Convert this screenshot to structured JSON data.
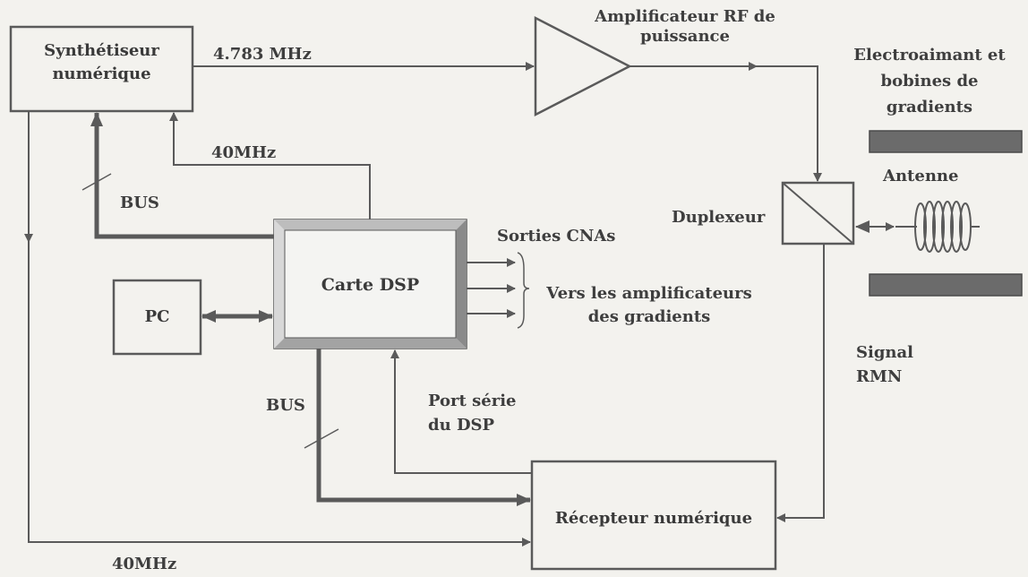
{
  "blocks": {
    "synth": {
      "line1": "Synthétiseur",
      "line2": "numérique"
    },
    "amp": {
      "line1": "Amplificateur RF de",
      "line2": "puissance"
    },
    "magnet": {
      "line1": "Electroaimant et",
      "line2": "bobines de",
      "line3": "gradients"
    },
    "antenna": "Antenne",
    "duplexer": "Duplexeur",
    "dsp": "Carte DSP",
    "pc": "PC",
    "receiver": "Récepteur numérique"
  },
  "signals": {
    "freq_top": "4.783 MHz",
    "clk_dsp": "40MHz",
    "clk_bottom": "40MHz",
    "bus_top": "BUS",
    "bus_bottom": "BUS",
    "dac_outputs": "Sorties CNAs",
    "to_gradients_line1": "Vers les amplificateurs",
    "to_gradients_line2": "des gradients",
    "serial_line1": "Port série",
    "serial_line2": "du DSP",
    "nmr_line1": "Signal",
    "nmr_line2": "RMN"
  },
  "colors": {
    "ink": "#5a5a5a",
    "bar": "#6b6b6b"
  }
}
